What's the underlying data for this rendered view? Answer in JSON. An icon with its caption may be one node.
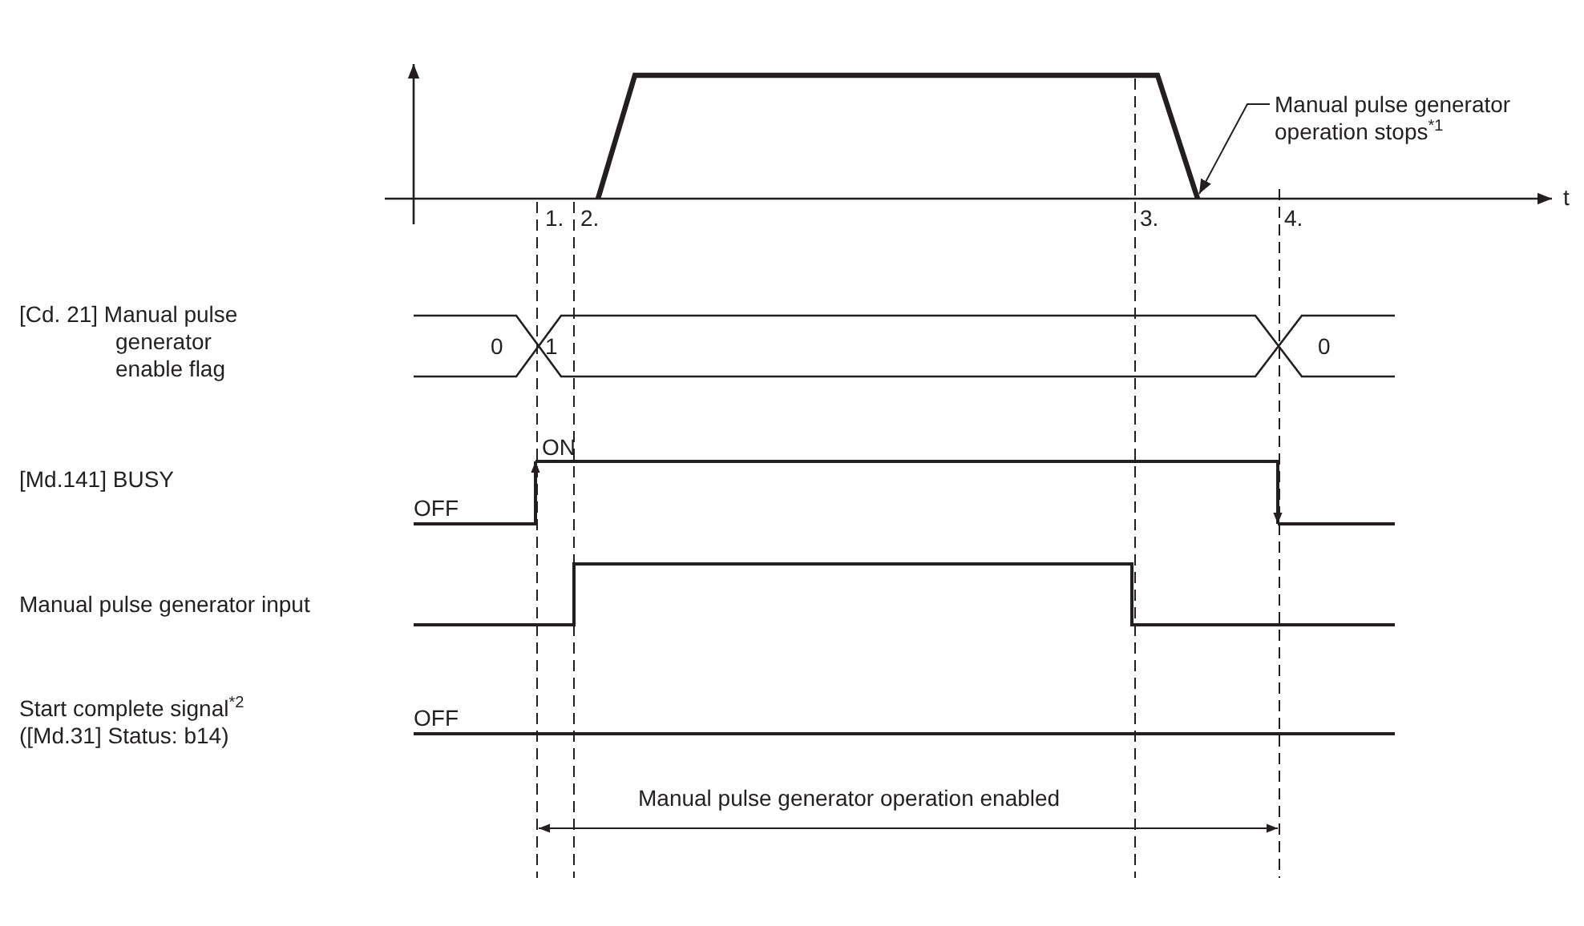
{
  "diagram": {
    "nodes": [
      {
        "text": [
          "Manual pulse generator operation stops$^{*1}$"
        ]
      },
      {
        "text": [],
        "shape": "line"
      }
    ],
    "edges": [
      {
        "from": 0,
        "to": 1,
        "arrow": "to"
      }
    ],
    "labels": [
      "t",
      "1.",
      "2.",
      "3.",
      "4.",
      "[Cd. 21] Manual pulse generator enable flag",
      "0",
      "1",
      "0",
      "ON",
      "[Md.141] BUSY",
      "OFF",
      "Manual pulse generator input",
      "Start complete signal$^{*2}$ ([Md.31] Status: b14)",
      "OFF",
      "Manual pulse generator operation enabled"
    ]
  }
}
